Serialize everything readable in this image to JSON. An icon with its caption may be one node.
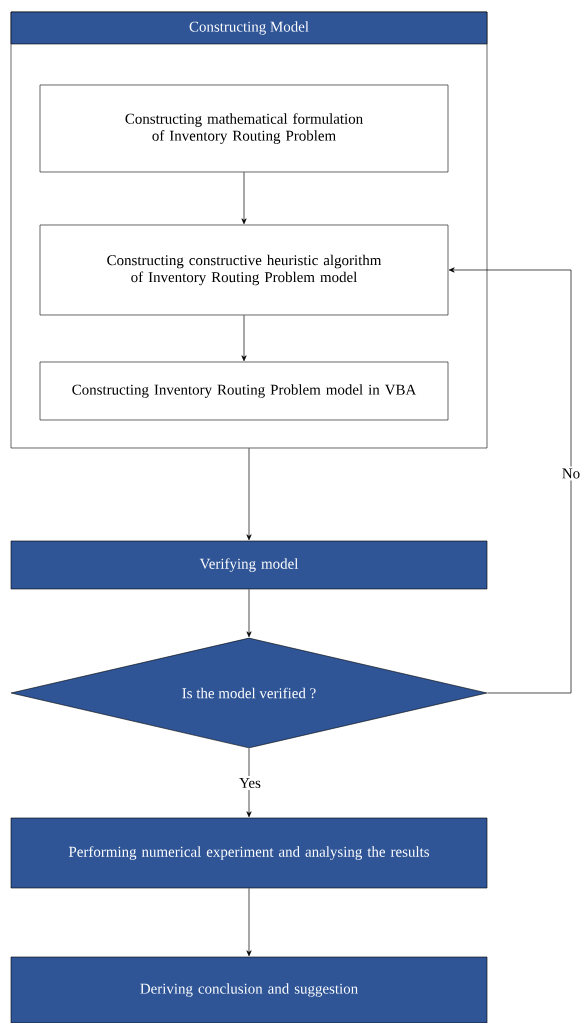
{
  "diagram": {
    "nodes": [
      {
        "text": [
          "Constructing Model"
        ]
      },
      {
        "text": [
          "Constructing mathematical formulation of Inventory Routing Problem"
        ],
        "in": 0
      },
      {
        "text": [
          "Constructing constructive heuristic algorithm of Inventory Routing Problem model"
        ],
        "in": 0
      },
      {
        "text": [
          "Constructing Inventory Routing Problem model in VBA"
        ],
        "in": 0
      },
      {
        "text": [
          "Verifying  model"
        ]
      },
      {
        "text": [
          "Is the model verified ?"
        ]
      },
      {
        "text": [
          "Performing numerical experiment and analysing the results"
        ]
      },
      {
        "text": [
          "Deriving conclusion and suggestion"
        ]
      }
    ],
    "edges": [
      {
        "from": 1,
        "to": 2,
        "arrow": "to"
      },
      {
        "from": 2,
        "to": 3,
        "arrow": "to"
      },
      {
        "from": 0,
        "to": 4,
        "arrow": "to"
      },
      {
        "from": 4,
        "to": 5,
        "arrow": "to"
      },
      {
        "from": 5,
        "to": 2,
        "arrow": "to",
        "label": "No"
      },
      {
        "from": 5,
        "to": 6,
        "arrow": "to",
        "label": "Yes"
      },
      {
        "from": 6,
        "to": 7,
        "arrow": "to"
      }
    ]
  }
}
